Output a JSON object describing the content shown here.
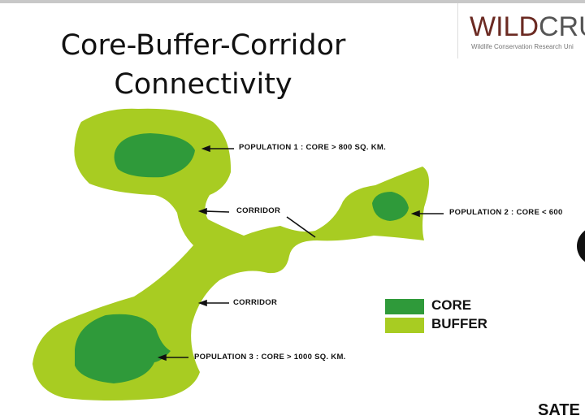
{
  "title_line1": "Core-Buffer-Corridor",
  "title_line2": "Connectivity",
  "logo": {
    "main_a": "WILD",
    "main_b": "CRU",
    "sub": "Wildlife Conservation Research Uni"
  },
  "labels": {
    "pop1": "POPULATION 1 : CORE > 800 SQ. KM.",
    "pop2": "POPULATION 2 : CORE < 600",
    "pop3": "POPULATION 3 : CORE > 1000 SQ. KM.",
    "corridor1": "CORRIDOR",
    "corridor2": "CORRIDOR"
  },
  "legend": {
    "core": "CORE",
    "buffer": "BUFFER"
  },
  "colors": {
    "core": "#2f9a3a",
    "buffer": "#a8cc22"
  },
  "footer_partial": "SATE"
}
